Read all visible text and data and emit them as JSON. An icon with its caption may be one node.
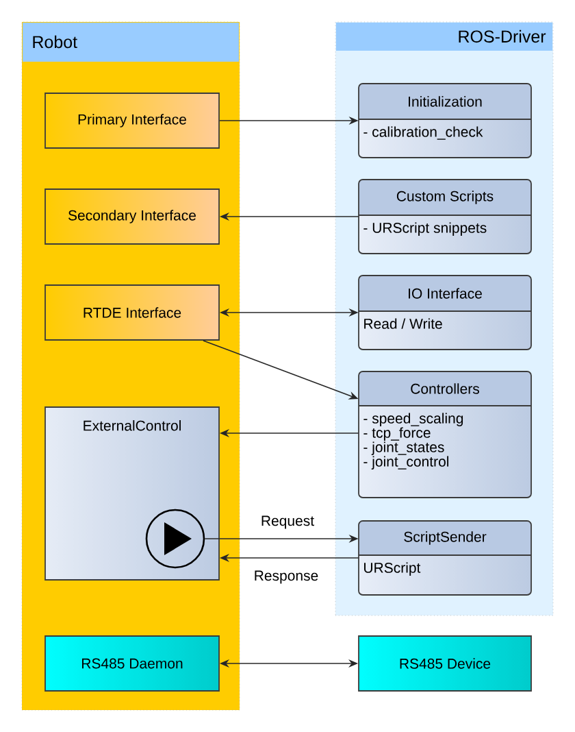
{
  "diagram": {
    "nodes": [
      {
        "text": [
          "Robot"
        ]
      },
      {
        "text": [
          "ROS-Driver"
        ]
      },
      {
        "text": [
          "Primary Interface"
        ],
        "in": 0
      },
      {
        "text": [
          "Secondary Interface"
        ],
        "in": 0
      },
      {
        "text": [
          "RTDE Interface"
        ],
        "in": 0
      },
      {
        "text": [
          "ExternalControl"
        ],
        "in": 0
      },
      {
        "text": [],
        "shape": "circle",
        "in": 5
      },
      {
        "text": [
          "RS485 Daemon"
        ],
        "in": 0
      },
      {
        "text": [
          "Initialization",
          "- calibration_check"
        ],
        "in": 1
      },
      {
        "text": [
          "Custom Scripts",
          "- URScript snippets"
        ],
        "in": 1
      },
      {
        "text": [
          "IO Interface",
          "Read / Write"
        ],
        "in": 1
      },
      {
        "text": [
          "Controllers",
          "- speed_scaling",
          "- tcp_force",
          "- joint_states",
          "- joint_control"
        ],
        "in": 1
      },
      {
        "text": [
          "ScriptSender",
          "URScript"
        ],
        "in": 1
      },
      {
        "text": [
          "RS485 Device"
        ]
      }
    ],
    "edges": [
      {
        "from": 2,
        "to": 8,
        "arrow": "to"
      },
      {
        "from": 9,
        "to": 3,
        "arrow": "to"
      },
      {
        "from": 4,
        "to": 10,
        "arrow": "both"
      },
      {
        "from": 4,
        "to": 11,
        "arrow": "to"
      },
      {
        "from": 11,
        "to": 5,
        "arrow": "to"
      },
      {
        "from": 6,
        "to": 12,
        "arrow": "to",
        "label": "Request"
      },
      {
        "from": 12,
        "to": 5,
        "arrow": "to",
        "label": "Response"
      },
      {
        "from": 7,
        "to": 13,
        "arrow": "both"
      }
    ]
  }
}
